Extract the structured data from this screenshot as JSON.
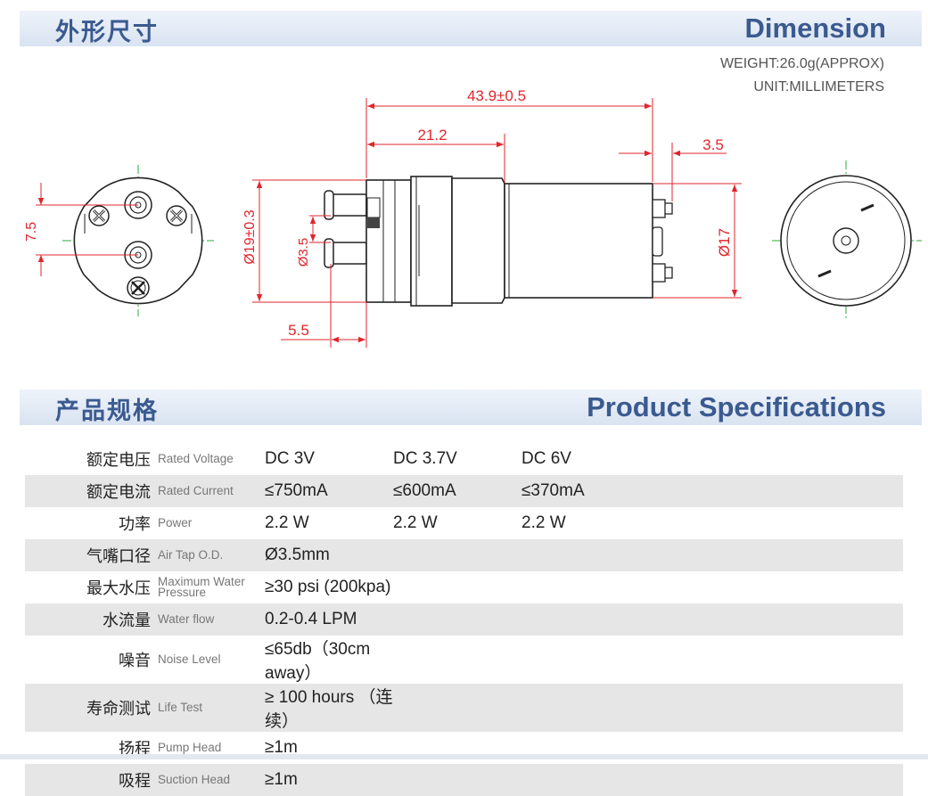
{
  "sections": {
    "dimension": {
      "title_cn": "外形尺寸",
      "title_en": "Dimension"
    },
    "specs": {
      "title_cn": "产品规格",
      "title_en": "Product Specifications"
    }
  },
  "meta": {
    "weight": "WEIGHT:26.0g(APPROX)",
    "unit": "UNIT:MILLIMETERS"
  },
  "drawing": {
    "dim_total": "43.9±0.5",
    "dim_body": "21.2",
    "dim_terminal": "3.5",
    "dim_dia_body": "Ø19±0.3",
    "dim_dia_tap": "Ø3.5",
    "dim_tap_len": "5.5",
    "dim_motor_dia": "Ø17",
    "dim_pitch": "7.5"
  },
  "colors": {
    "dim_line": "#e0262c",
    "center_line": "#2eaa3a",
    "heading": "#3a5a90"
  },
  "spec_rows": [
    {
      "cn": "额定电压",
      "en": "Rated Voltage",
      "values": [
        "DC 3V",
        "DC 3.7V",
        "DC 6V"
      ]
    },
    {
      "cn": "额定电流",
      "en": "Rated Current",
      "values": [
        "≤750mA",
        "≤600mA",
        "≤370mA"
      ]
    },
    {
      "cn": "功率",
      "en": "Power",
      "values": [
        "2.2 W",
        "2.2 W",
        "2.2 W"
      ]
    },
    {
      "cn": "气嘴口径",
      "en": "Air Tap O.D.",
      "values": [
        "Ø3.5mm",
        "",
        ""
      ]
    },
    {
      "cn": "最大水压",
      "en": "Maximum Water Pressure",
      "values": [
        "≥30 psi (200kpa)",
        "",
        ""
      ]
    },
    {
      "cn": "水流量",
      "en": "Water flow",
      "values": [
        "0.2-0.4 LPM",
        "",
        ""
      ]
    },
    {
      "cn": "噪音",
      "en": "Noise Level",
      "values": [
        "≤65db（30cm away）",
        "",
        ""
      ]
    },
    {
      "cn": "寿命测试",
      "en": "Life Test",
      "values": [
        "≥ 100 hours （连续）",
        "",
        ""
      ]
    },
    {
      "cn": "扬程",
      "en": "Pump Head",
      "values": [
        "≥1m",
        "",
        ""
      ]
    },
    {
      "cn": "吸程",
      "en": "Suction Head",
      "values": [
        "≥1m",
        "",
        ""
      ]
    }
  ]
}
